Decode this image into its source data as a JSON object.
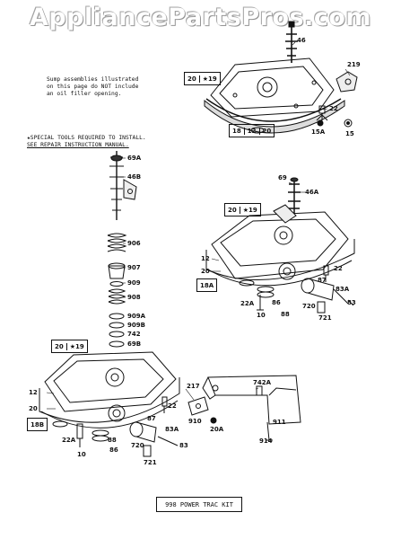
{
  "watermark": "AppliancePartsPros.com",
  "notes": {
    "sump_line1": "Sump assemblies illustrated",
    "sump_line2": "on this page do NOT include",
    "sump_line3": "an oil filler opening.",
    "tools_line1": "★SPECIAL TOOLS REQUIRED TO INSTALL.",
    "tools_line2": "SEE REPAIR INSTRUCTION MANUAL."
  },
  "kit_label": "998 POWER TRAC KIT",
  "callout_boxes": {
    "top_a": [
      "20",
      "★19"
    ],
    "top_b": [
      "18",
      "12",
      "20"
    ],
    "mid_a": [
      "20",
      "★19"
    ],
    "mid_b": "18A",
    "bot_a": [
      "20",
      "★19"
    ],
    "bot_b": "18B"
  },
  "part_labels": {
    "p46_top": "46",
    "p219": "219",
    "p22_top": "22",
    "p15A": "15A",
    "p15": "15",
    "p69A": "69A",
    "p46B": "46B",
    "p906": "906",
    "p907": "907",
    "p909": "909",
    "p908": "908",
    "p909A": "909A",
    "p909B": "909B",
    "p742": "742",
    "p69B": "69B",
    "p69": "69",
    "p46A": "46A",
    "p12_mid": "12",
    "p20_mid": "20",
    "p22_mid": "22",
    "p87_mid": "87",
    "p83A_mid": "83A",
    "p86_mid": "86",
    "p88_mid": "88",
    "p83_mid": "83",
    "p22A_mid": "22A",
    "p10_mid": "10",
    "p720_mid": "720",
    "p721_mid": "721",
    "p12_bot": "12",
    "p20_bot": "20",
    "p22_bot": "22",
    "p87_bot": "87",
    "p88_bot": "88",
    "p86_bot": "86",
    "p22A_bot": "22A",
    "p10_bot": "10",
    "p83A_bot": "83A",
    "p720_bot": "720",
    "p83_bot": "83",
    "p721_bot": "721",
    "p217": "217",
    "p910": "910",
    "p20A": "20A",
    "p742A": "742A",
    "p911": "911",
    "p914": "914"
  }
}
